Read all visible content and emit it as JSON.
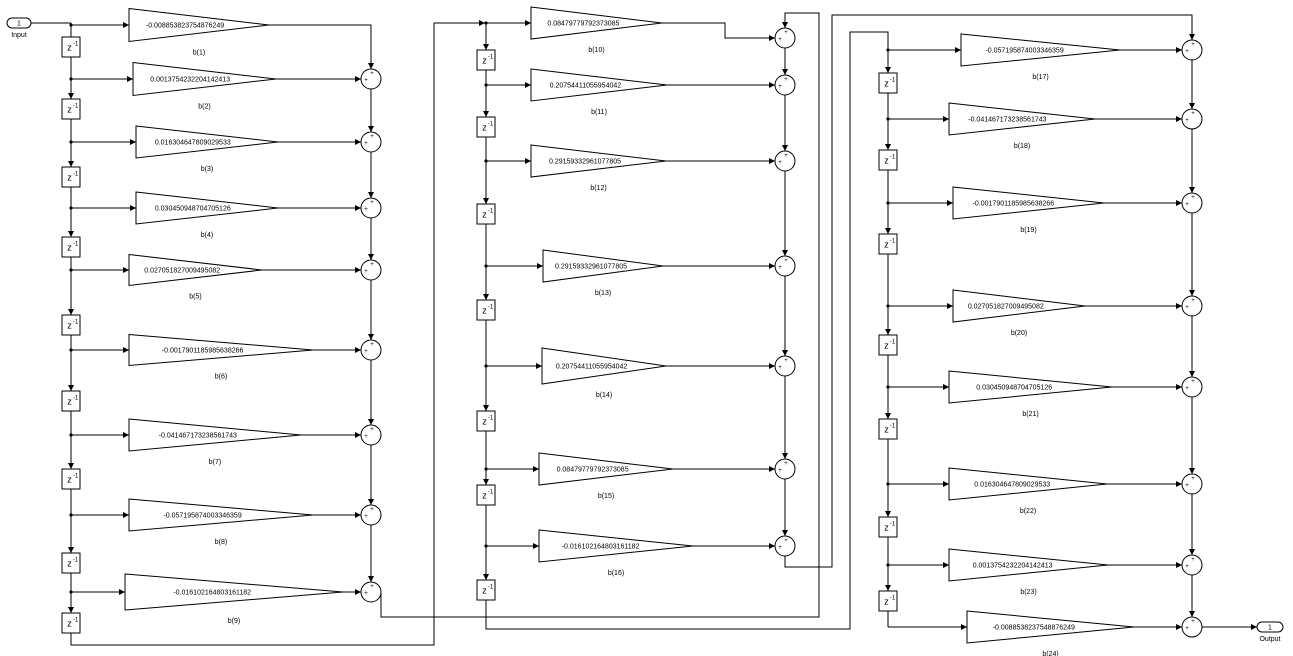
{
  "diagram": {
    "input_port": {
      "number": "1",
      "label": "Input"
    },
    "output_port": {
      "number": "1",
      "label": "Output"
    },
    "delay": {
      "base": "z",
      "exponent": "-1"
    },
    "sum_signs": {
      "top": "+",
      "left": "+"
    },
    "taps": [
      {
        "label": "b(1)",
        "gain": "-0.00885382375487624​9"
      },
      {
        "label": "b(2)",
        "gain": "0.00137542322041424​13"
      },
      {
        "label": "b(3)",
        "gain": "0.016304647809029533"
      },
      {
        "label": "b(4)",
        "gain": "0.030450948704705126"
      },
      {
        "label": "b(5)",
        "gain": "0.027051827009495082"
      },
      {
        "label": "b(6)",
        "gain": "-0.0017901185985638266"
      },
      {
        "label": "b(7)",
        "gain": "-0.041467173238561743"
      },
      {
        "label": "b(8)",
        "gain": "-0.057195874003346359"
      },
      {
        "label": "b(9)",
        "gain": "-0.016102164803161182"
      },
      {
        "label": "b(10)",
        "gain": "0.084797797923730​85"
      },
      {
        "label": "b(11)",
        "gain": "0.20754411055954042"
      },
      {
        "label": "b(12)",
        "gain": "0.29159332961077805"
      },
      {
        "label": "b(13)",
        "gain": "0.29159332961077805"
      },
      {
        "label": "b(14)",
        "gain": "0.20754411055954042"
      },
      {
        "label": "b(15)",
        "gain": "0.08479779792373085"
      },
      {
        "label": "b(16)",
        "gain": "-0.016102164803161182"
      },
      {
        "label": "b(17)",
        "gain": "-0.057195874003346359"
      },
      {
        "label": "b(18)",
        "gain": "-0.041467173238561743"
      },
      {
        "label": "b(19)",
        "gain": "-0.0017901185985638266"
      },
      {
        "label": "b(20)",
        "gain": "0.027051827009495082"
      },
      {
        "label": "b(21)",
        "gain": "0.030450948704705126"
      },
      {
        "label": "b(22)",
        "gain": "0.016304647809029533"
      },
      {
        "label": "b(23)",
        "gain": "0.0013754232204142413"
      },
      {
        "label": "b(24)",
        "gain": "-0.0088538237548876249"
      }
    ]
  }
}
